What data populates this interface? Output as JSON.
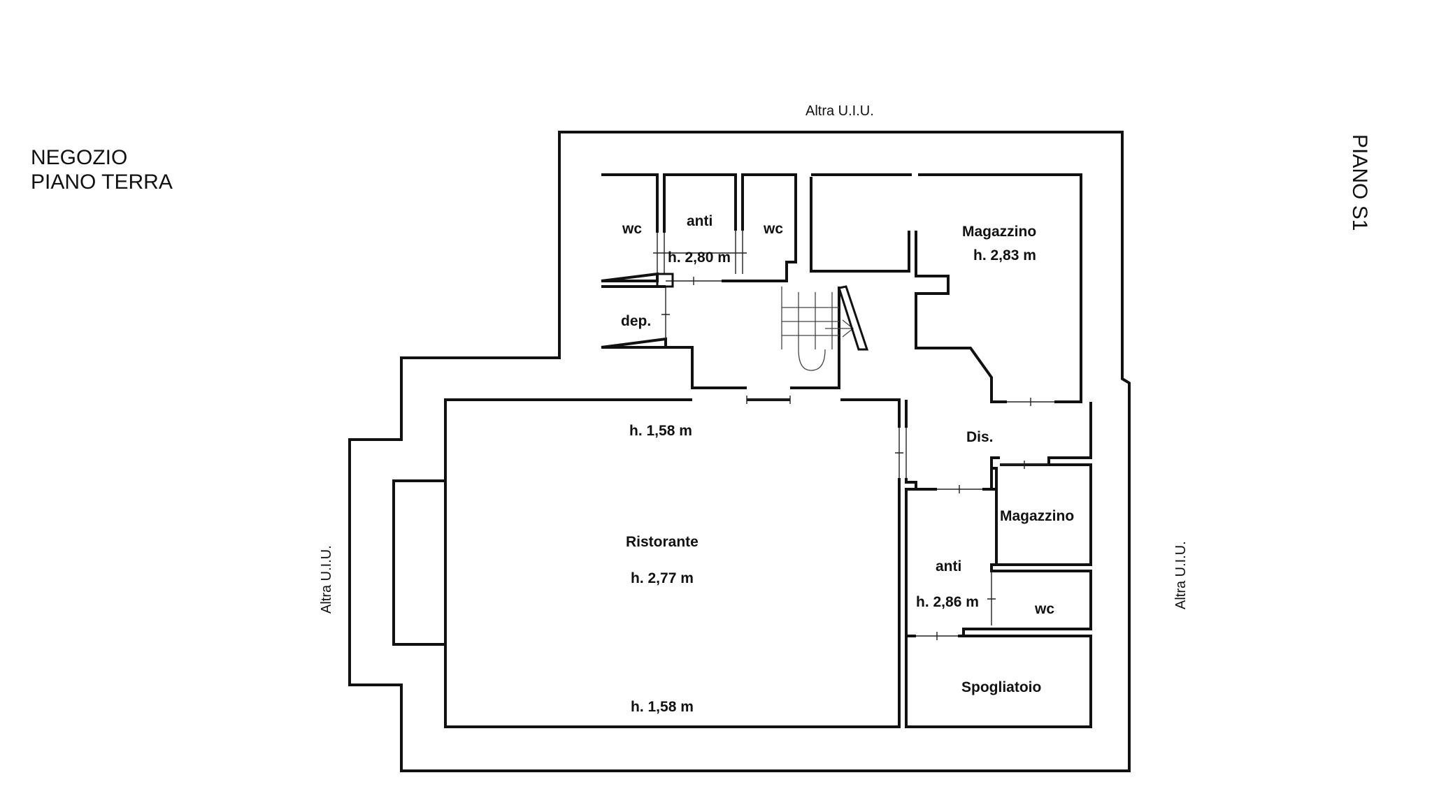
{
  "title": {
    "line1": "NEGOZIO",
    "line2": "PIANO TERRA"
  },
  "floor_label": "PIANO S1",
  "neighbors": {
    "top": "Altra U.I.U.",
    "left": "Altra U.I.U.",
    "right": "Altra U.I.U."
  },
  "rooms": {
    "wc_left": "wc",
    "anti_top": "anti",
    "anti_top_height": "h. 2,80 m",
    "wc_top_right": "wc",
    "dep": "dep.",
    "magazzino_large": "Magazzino",
    "magazzino_large_height": "h. 2,83 m",
    "ristorante": "Ristorante",
    "ristorante_height": "h. 2,77 m",
    "ristorante_height_top": "h. 1,58 m",
    "ristorante_height_bottom": "h. 1,58 m",
    "dis": "Dis.",
    "magazzino_small": "Magazzino",
    "anti_right": "anti",
    "anti_right_height": "h. 2,86 m",
    "wc_right": "wc",
    "spogliatoio": "Spogliatoio"
  }
}
